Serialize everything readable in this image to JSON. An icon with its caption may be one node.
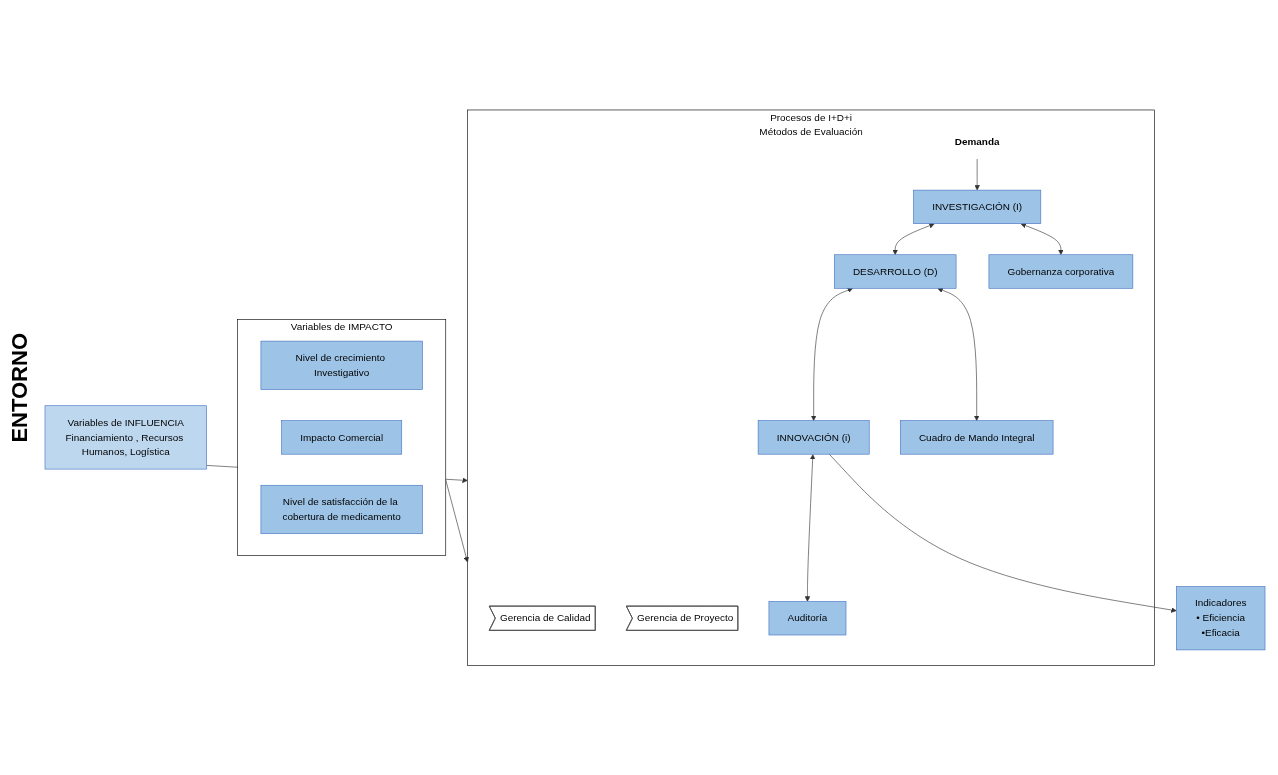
{
  "diagram": {
    "nodes": [
      {
        "text": [
          "Variables de INFLUENCIA",
          "Financiamiento , Recursos Humanos, Logística"
        ]
      },
      {
        "text": [
          "Procesos de I+D+i",
          "Métodos de Evaluación"
        ]
      },
      {
        "text": [
          "Gerencia de Calidad"
        ],
        "in": 1
      },
      {
        "text": [
          "Demanda"
        ],
        "in": 1
      },
      {
        "text": [
          "INVESTIGACIÓN (I)"
        ],
        "in": 1
      },
      {
        "text": [
          "DESARROLLO (D)"
        ],
        "in": 1
      },
      {
        "text": [
          "INNOVACIÓN (i)"
        ],
        "in": 1
      },
      {
        "text": [
          "Gerencia de Proyecto"
        ],
        "in": 1
      },
      {
        "text": [
          "Gobernanza corporativa"
        ],
        "in": 1
      },
      {
        "text": [
          "Cuadro de Mando Integral"
        ],
        "in": 1
      },
      {
        "text": [
          "Auditoría"
        ],
        "in": 1
      },
      {
        "text": [
          "Indicadores",
          "• Eficiencia",
          "•Eficacia"
        ]
      },
      {
        "text": [
          "Variables de IMPACTO"
        ]
      },
      {
        "text": [
          "Nivel de crecimiento Investigativo"
        ],
        "in": 12
      },
      {
        "text": [
          "Impacto Comercial"
        ],
        "in": 12
      },
      {
        "text": [
          "Nivel de satisfacción de la cobertura de medicamento"
        ],
        "in": 12
      }
    ],
    "edges": [
      {
        "from": 0,
        "to": 1,
        "arrow": "to"
      },
      {
        "from": 3,
        "to": 4,
        "arrow": "to"
      },
      {
        "from": 4,
        "to": 5,
        "arrow": "both"
      },
      {
        "from": 5,
        "to": 6,
        "arrow": "both"
      },
      {
        "from": 6,
        "to": 11,
        "arrow": "to"
      },
      {
        "from": 4,
        "to": 8,
        "arrow": "both"
      },
      {
        "from": 5,
        "to": 9,
        "arrow": "both"
      },
      {
        "from": 6,
        "to": 10,
        "arrow": "both"
      },
      {
        "from": 12,
        "to": 1,
        "arrow": "to"
      }
    ],
    "labels": [
      "ENTORNO"
    ]
  }
}
